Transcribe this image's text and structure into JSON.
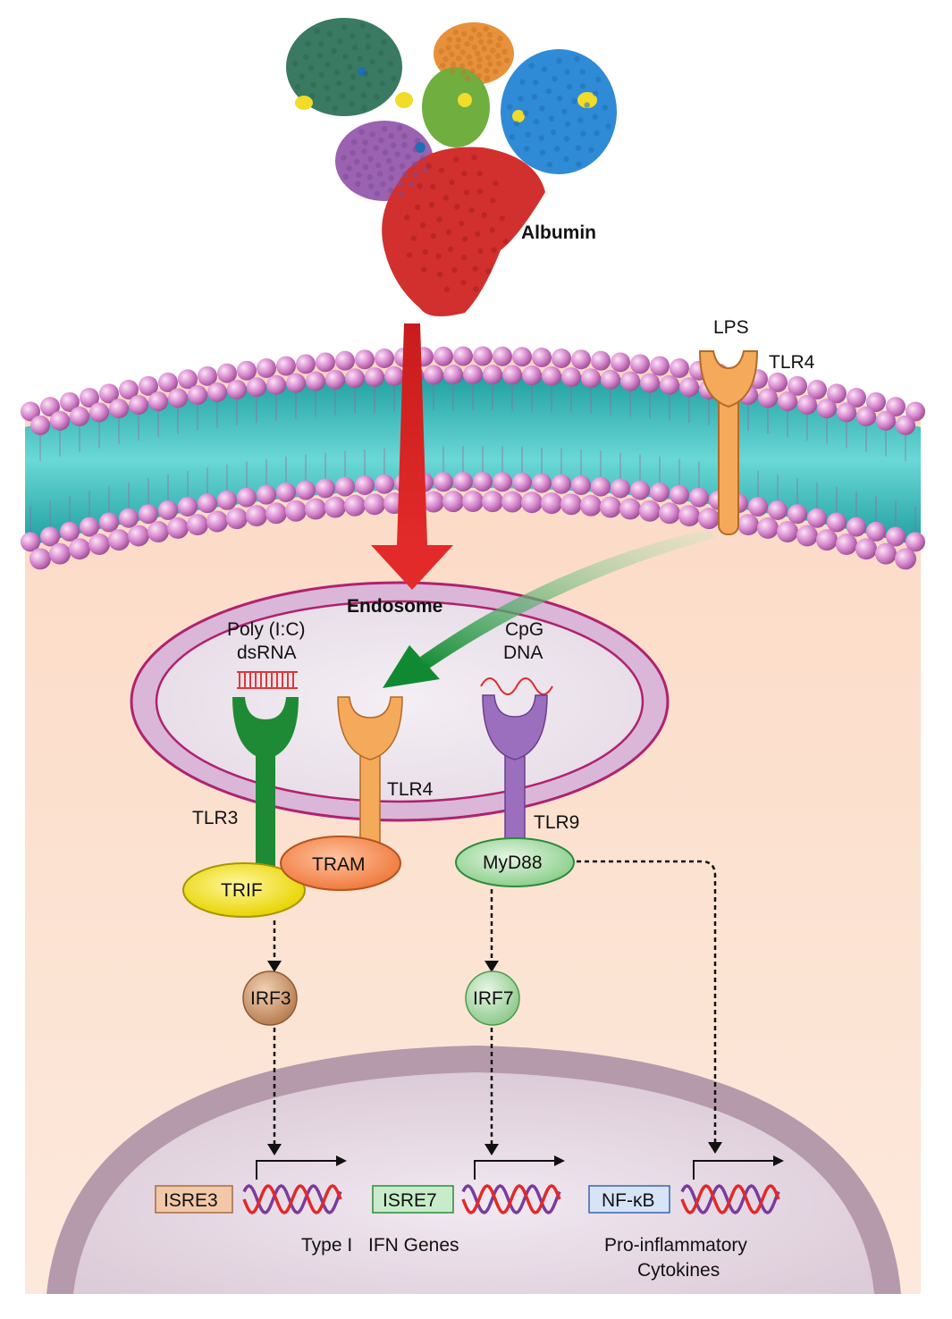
{
  "molecule": {
    "albumin_label": "Albumin"
  },
  "membrane": {
    "ligand_label": "LPS",
    "receptor_label": "TLR4"
  },
  "endosome": {
    "title": "Endosome",
    "ligand_left_line1": "Poly (I:C)",
    "ligand_left_line2": "dsRNA",
    "ligand_right_line1": "CpG",
    "ligand_right_line2": "DNA",
    "receptors": {
      "tlr3": "TLR3",
      "tlr4": "TLR4",
      "tlr9": "TLR9"
    }
  },
  "adaptors": {
    "trif": "TRIF",
    "tram": "TRAM",
    "myd88": "MyD88"
  },
  "factors": {
    "irf3": "IRF3",
    "irf7": "IRF7"
  },
  "nucleus": {
    "elements": {
      "isre3": "ISRE3",
      "isre7": "ISRE7",
      "nfkb": "NF-κB"
    },
    "label_type1": "Type I",
    "label_ifn": "IFN Genes",
    "label_pro_line1": "Pro-inflammatory",
    "label_pro_line2": "Cytokines"
  },
  "colors": {
    "lipid_head": "#c97cc2",
    "lipid_tail": "#3bbfc0",
    "cytoplasm": "#fbe0cc",
    "tlr3": "#1e8a35",
    "tlr4": "#f5a95a",
    "tlr9": "#9b6fbe",
    "trif": "#f2e200",
    "tram": "#f48a4a",
    "myd88": "#9fd5a0",
    "irf3": "#c99066",
    "irf7": "#a9d8a8",
    "dsRNA": "#e03838",
    "dna_red": "#e02a2a",
    "dna_purple": "#7a3b9e",
    "albumin_red": "#d2302e",
    "albumin_blue": "#2f8bd6",
    "albumin_teal": "#3a7a62",
    "albumin_purple": "#9a62b0",
    "albumin_orange": "#e8913a",
    "albumin_green": "#6fae3f",
    "albumin_yellow": "#f1dc2a"
  }
}
